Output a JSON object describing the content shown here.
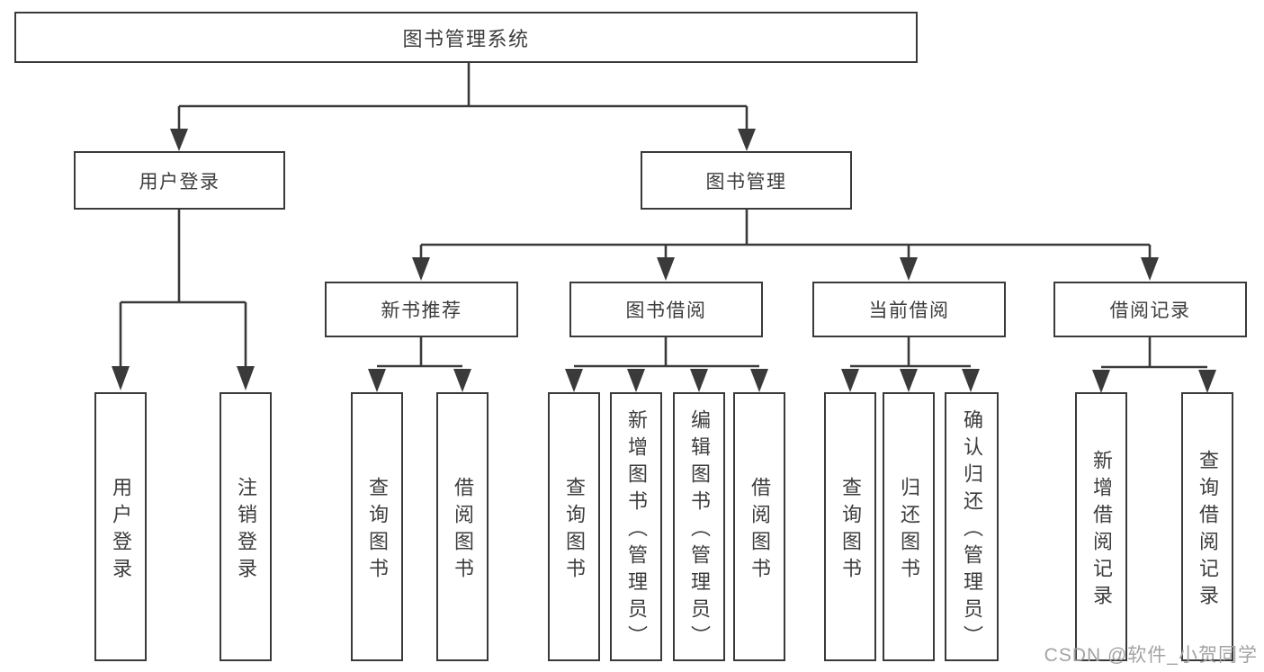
{
  "diagram": {
    "type": "hierarchy-tree",
    "root": {
      "label": "图书管理系统"
    },
    "branches": [
      {
        "label": "用户登录",
        "items": [
          "用户登录",
          "注销登录"
        ]
      },
      {
        "label": "图书管理",
        "children": [
          {
            "label": "新书推荐",
            "items": [
              "查询图书",
              "借阅图书"
            ]
          },
          {
            "label": "图书借阅",
            "items": [
              "查询图书",
              "新增图书（管理员）",
              "编辑图书（管理员）",
              "借阅图书"
            ]
          },
          {
            "label": "当前借阅",
            "items": [
              "查询图书",
              "归还图书",
              "确认归还（管理员）"
            ]
          },
          {
            "label": "借阅记录",
            "items": [
              "新增借阅记录",
              "查询借阅记录"
            ]
          }
        ]
      }
    ]
  },
  "watermark": {
    "text": "CSDN @软件_小贺同学"
  },
  "colors": {
    "line": "#3a3a3a",
    "text": "#3d3d3d",
    "watermark": "#a3a3a3",
    "bg": "#ffffff"
  }
}
